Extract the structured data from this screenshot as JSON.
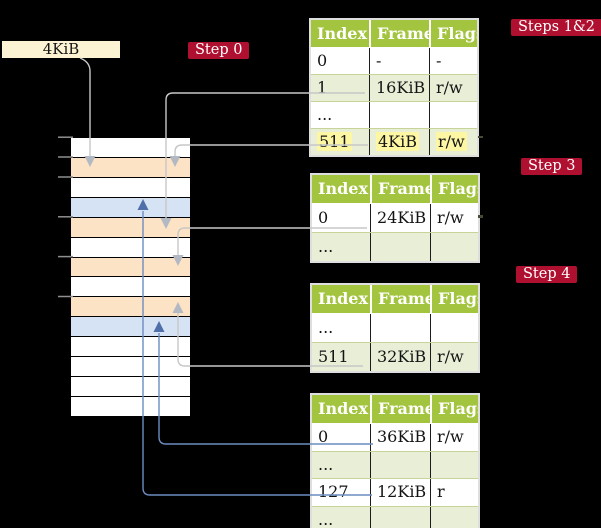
{
  "frame_label": {
    "text": "4KiB"
  },
  "badges": {
    "step0": "Step 0",
    "steps12": "Steps 1&2",
    "step3": "Step 3",
    "step4": "Step 4"
  },
  "memory": {
    "description": "physical memory column of 4KiB frames, top = 0KiB",
    "rows": [
      "white",
      "orange",
      "white",
      "blue",
      "orange",
      "white",
      "orange",
      "white",
      "orange",
      "blue",
      "white",
      "white",
      "white",
      "white"
    ]
  },
  "tables": [
    {
      "name": "page-table-steps-1-2",
      "headers": [
        "Index",
        "Frame",
        "Flags"
      ],
      "rows": [
        {
          "cells": [
            "0",
            "-",
            "-"
          ],
          "shade": false,
          "highlight": false
        },
        {
          "cells": [
            "1",
            "16KiB",
            "r/w"
          ],
          "shade": true,
          "highlight": false
        },
        {
          "cells": [
            "...",
            "",
            ""
          ],
          "shade": false,
          "highlight": false
        },
        {
          "cells": [
            "511",
            "4KiB",
            "r/w"
          ],
          "shade": true,
          "highlight": true
        }
      ]
    },
    {
      "name": "page-table-step-3",
      "headers": [
        "Index",
        "Frame",
        "Flags"
      ],
      "rows": [
        {
          "cells": [
            "0",
            "24KiB",
            "r/w"
          ],
          "shade": false,
          "highlight": false
        },
        {
          "cells": [
            "...",
            "",
            ""
          ],
          "shade": true,
          "highlight": false
        }
      ]
    },
    {
      "name": "page-table-step-4-upper",
      "headers": [
        "Index",
        "Frame",
        "Flags"
      ],
      "rows": [
        {
          "cells": [
            "...",
            "",
            ""
          ],
          "shade": false,
          "highlight": false
        },
        {
          "cells": [
            "511",
            "32KiB",
            "r/w"
          ],
          "shade": true,
          "highlight": false
        }
      ]
    },
    {
      "name": "page-table-bottom",
      "headers": [
        "Index",
        "Frame",
        "Flags"
      ],
      "rows": [
        {
          "cells": [
            "0",
            "36KiB",
            "r/w"
          ],
          "shade": false,
          "highlight": false
        },
        {
          "cells": [
            "...",
            "",
            ""
          ],
          "shade": true,
          "highlight": false
        },
        {
          "cells": [
            "127",
            "12KiB",
            "r"
          ],
          "shade": false,
          "highlight": false
        },
        {
          "cells": [
            "...",
            "",
            ""
          ],
          "shade": true,
          "highlight": false
        }
      ]
    }
  ],
  "connections": [
    {
      "from": "frame-size-label",
      "to": "frame-4KiB",
      "color": "gray"
    },
    {
      "from": "table1-row-1",
      "to": "frame-16KiB",
      "color": "gray"
    },
    {
      "from": "table1-row-511",
      "to": "frame-4KiB",
      "color": "gray"
    },
    {
      "from": "table2-row-0",
      "to": "frame-24KiB",
      "color": "gray"
    },
    {
      "from": "table3-row-511",
      "to": "frame-32KiB",
      "color": "gray"
    },
    {
      "from": "table4-row-0",
      "to": "frame-36KiB",
      "color": "blue"
    },
    {
      "from": "table4-row-127",
      "to": "frame-12KiB",
      "color": "blue"
    }
  ],
  "colors": {
    "badge_crimson": "#b01030",
    "label_cream": "#fcf3d4",
    "table_header_green": "#a3c43e",
    "row_shade_green": "#e9efd7",
    "highlight_yellow": "#fdf7a4",
    "frame_orange": "#fde3c5",
    "frame_blue": "#d5e3f4",
    "line_gray": "#c7c7c7",
    "arrow_gray": "#b3b9c2",
    "line_blue": "#6d8cc0",
    "arrow_blue": "#4e6fa9"
  }
}
